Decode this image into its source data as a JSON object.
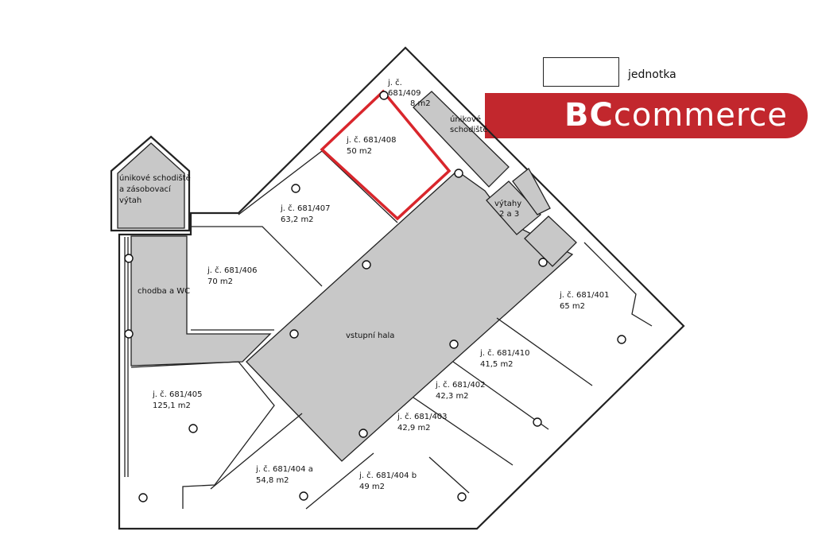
{
  "legend": {
    "label": "jednotka"
  },
  "logo": {
    "text": "BCcommerce"
  },
  "colors": {
    "common_area": "#c8c8c8",
    "highlight": "#d9262c",
    "brand": "#c2272d"
  },
  "rooms": {
    "r409": {
      "id": "j. č.\n681/409",
      "area": "8 m2"
    },
    "r408": {
      "id": "j. č. 681/408",
      "area": "50 m2"
    },
    "r407": {
      "id": "j. č. 681/407",
      "area": "63,2 m2"
    },
    "r406": {
      "id": "j. č. 681/406",
      "area": "70 m2"
    },
    "r401": {
      "id": "j. č. 681/401",
      "area": "65 m2"
    },
    "r410": {
      "id": "j. č. 681/410",
      "area": "41,5 m2"
    },
    "r402": {
      "id": "j. č. 681/402",
      "area": "42,3 m2"
    },
    "r403": {
      "id": "j. č. 681/403",
      "area": "42,9 m2"
    },
    "r405": {
      "id": "j. č. 681/405",
      "area": "125,1 m2"
    },
    "r404a": {
      "id": "j. č. 681/404 a",
      "area": "54,8 m2"
    },
    "r404b": {
      "id": "j. č. 681/404 b",
      "area": "49 m2"
    }
  },
  "areas": {
    "stairs_left_1": "únikové schodiště",
    "stairs_left_2": "a zásobovací",
    "stairs_left_3": "výtah",
    "stairs_right_1": "únikové",
    "stairs_right_2": "schodiště",
    "elevators_1": "výtahy",
    "elevators_2": "2 a 3",
    "corridor": "chodba a WC",
    "hall": "vstupní hala"
  }
}
